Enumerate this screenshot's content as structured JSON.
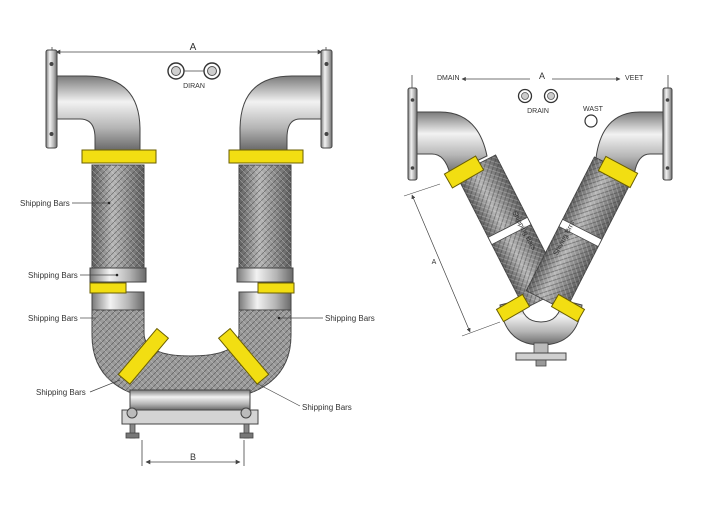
{
  "colors": {
    "background": "#ffffff",
    "pipe_light": "#e6e6e6",
    "pipe_mid": "#b8b8b8",
    "pipe_dark": "#6e6e6e",
    "hose_fill": "#8a8a8a",
    "shipping_bar": "#f2de12",
    "shipping_bar_edge": "#6b5f00",
    "line": "#444444"
  },
  "left_view": {
    "dim_top": "A",
    "dim_bottom": "B",
    "drain_label": "DIRAN",
    "callouts": [
      "Shipping Bars",
      "Shipping Bars",
      "Shipping Bars",
      "Shipping Bars",
      "Shipping Bars",
      "Shipping Bars"
    ]
  },
  "right_view": {
    "drain_top": "DMAIN",
    "dim_top": "A",
    "vent_top": "VEET",
    "drain_label": "DRAIN",
    "vent_label": "WAST",
    "dim_side": "A",
    "rot_left": "Shipping Bars",
    "rot_right": "Shiving Brrs"
  }
}
